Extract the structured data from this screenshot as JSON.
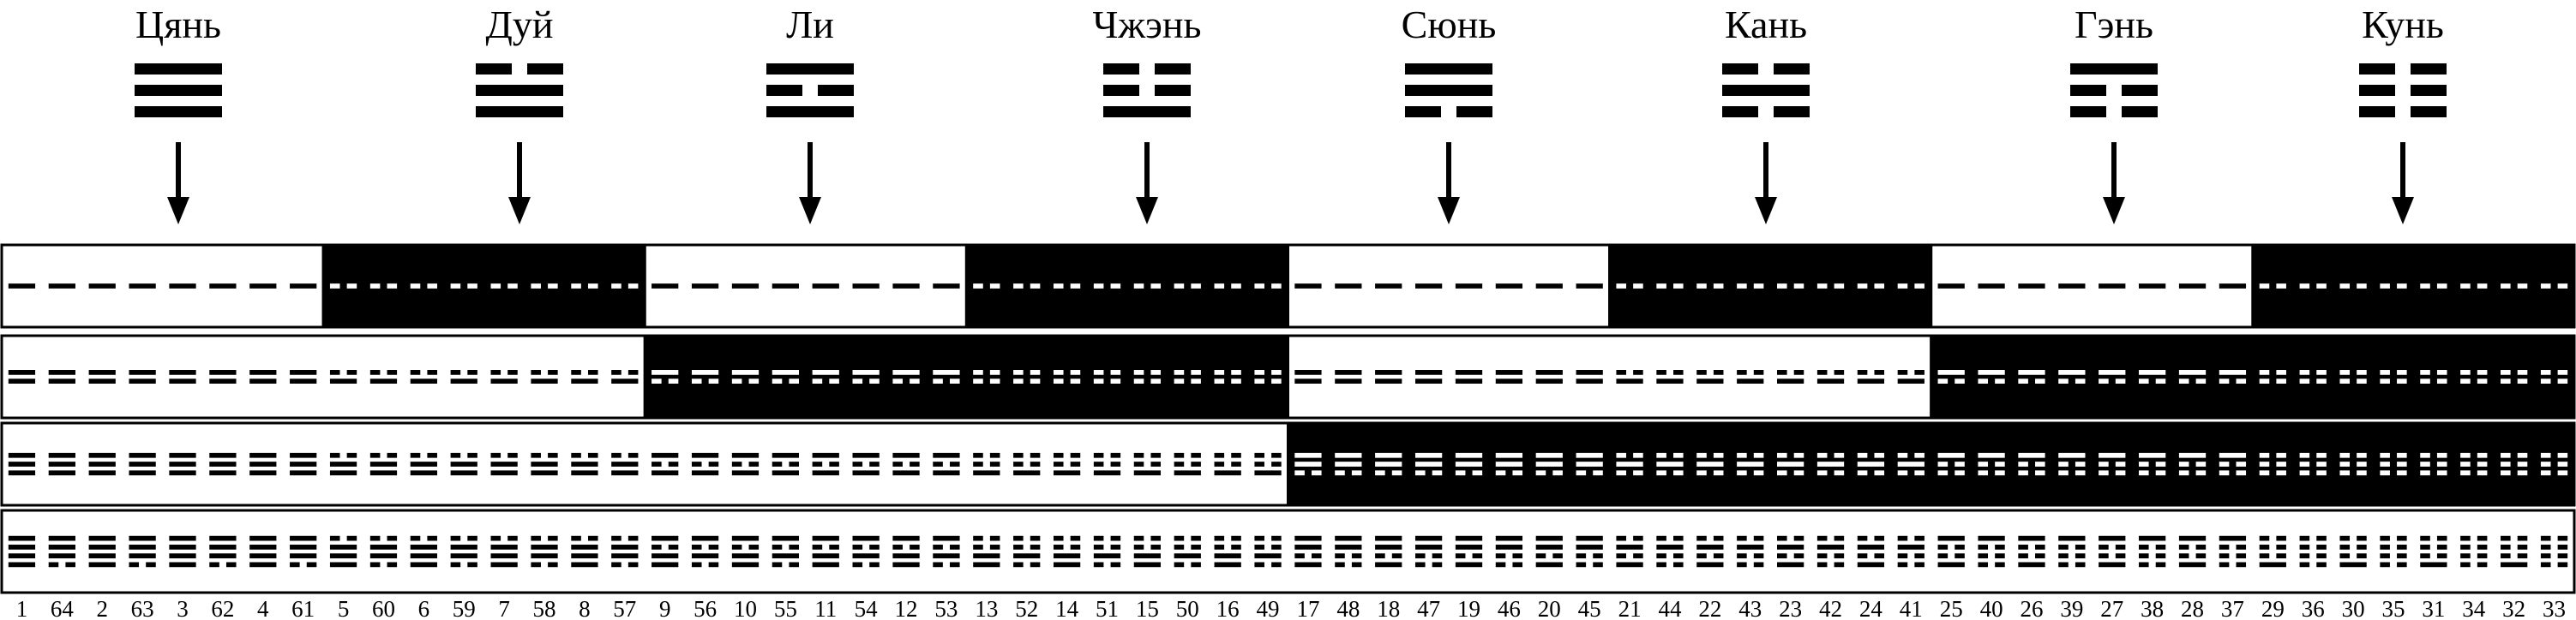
{
  "trigrams": [
    {
      "name": "Цянь",
      "lines": [
        1,
        1,
        1
      ]
    },
    {
      "name": "Дуй",
      "lines": [
        0,
        1,
        1
      ]
    },
    {
      "name": "Ли",
      "lines": [
        1,
        0,
        1
      ]
    },
    {
      "name": "Чжэнь",
      "lines": [
        0,
        0,
        1
      ]
    },
    {
      "name": "Сюнь",
      "lines": [
        1,
        1,
        0
      ]
    },
    {
      "name": "Кань",
      "lines": [
        0,
        1,
        0
      ]
    },
    {
      "name": "Гэнь",
      "lines": [
        1,
        0,
        0
      ]
    },
    {
      "name": "Кунь",
      "lines": [
        0,
        0,
        0
      ]
    }
  ],
  "hexagram_numbers": [
    "1",
    "64",
    "2",
    "63",
    "3",
    "62",
    "4",
    "61",
    "5",
    "60",
    "6",
    "59",
    "7",
    "58",
    "8",
    "57",
    "9",
    "56",
    "10",
    "55",
    "11",
    "54",
    "12",
    "53",
    "13",
    "52",
    "14",
    "51",
    "15",
    "50",
    "16",
    "49",
    "17",
    "48",
    "18",
    "47",
    "19",
    "46",
    "20",
    "45",
    "21",
    "44",
    "22",
    "43",
    "23",
    "42",
    "24",
    "41",
    "25",
    "40",
    "26",
    "39",
    "27",
    "38",
    "28",
    "37",
    "29",
    "36",
    "30",
    "35",
    "31",
    "34",
    "32",
    "33"
  ],
  "colors": {
    "ink": "#000000",
    "paper": "#ffffff"
  }
}
